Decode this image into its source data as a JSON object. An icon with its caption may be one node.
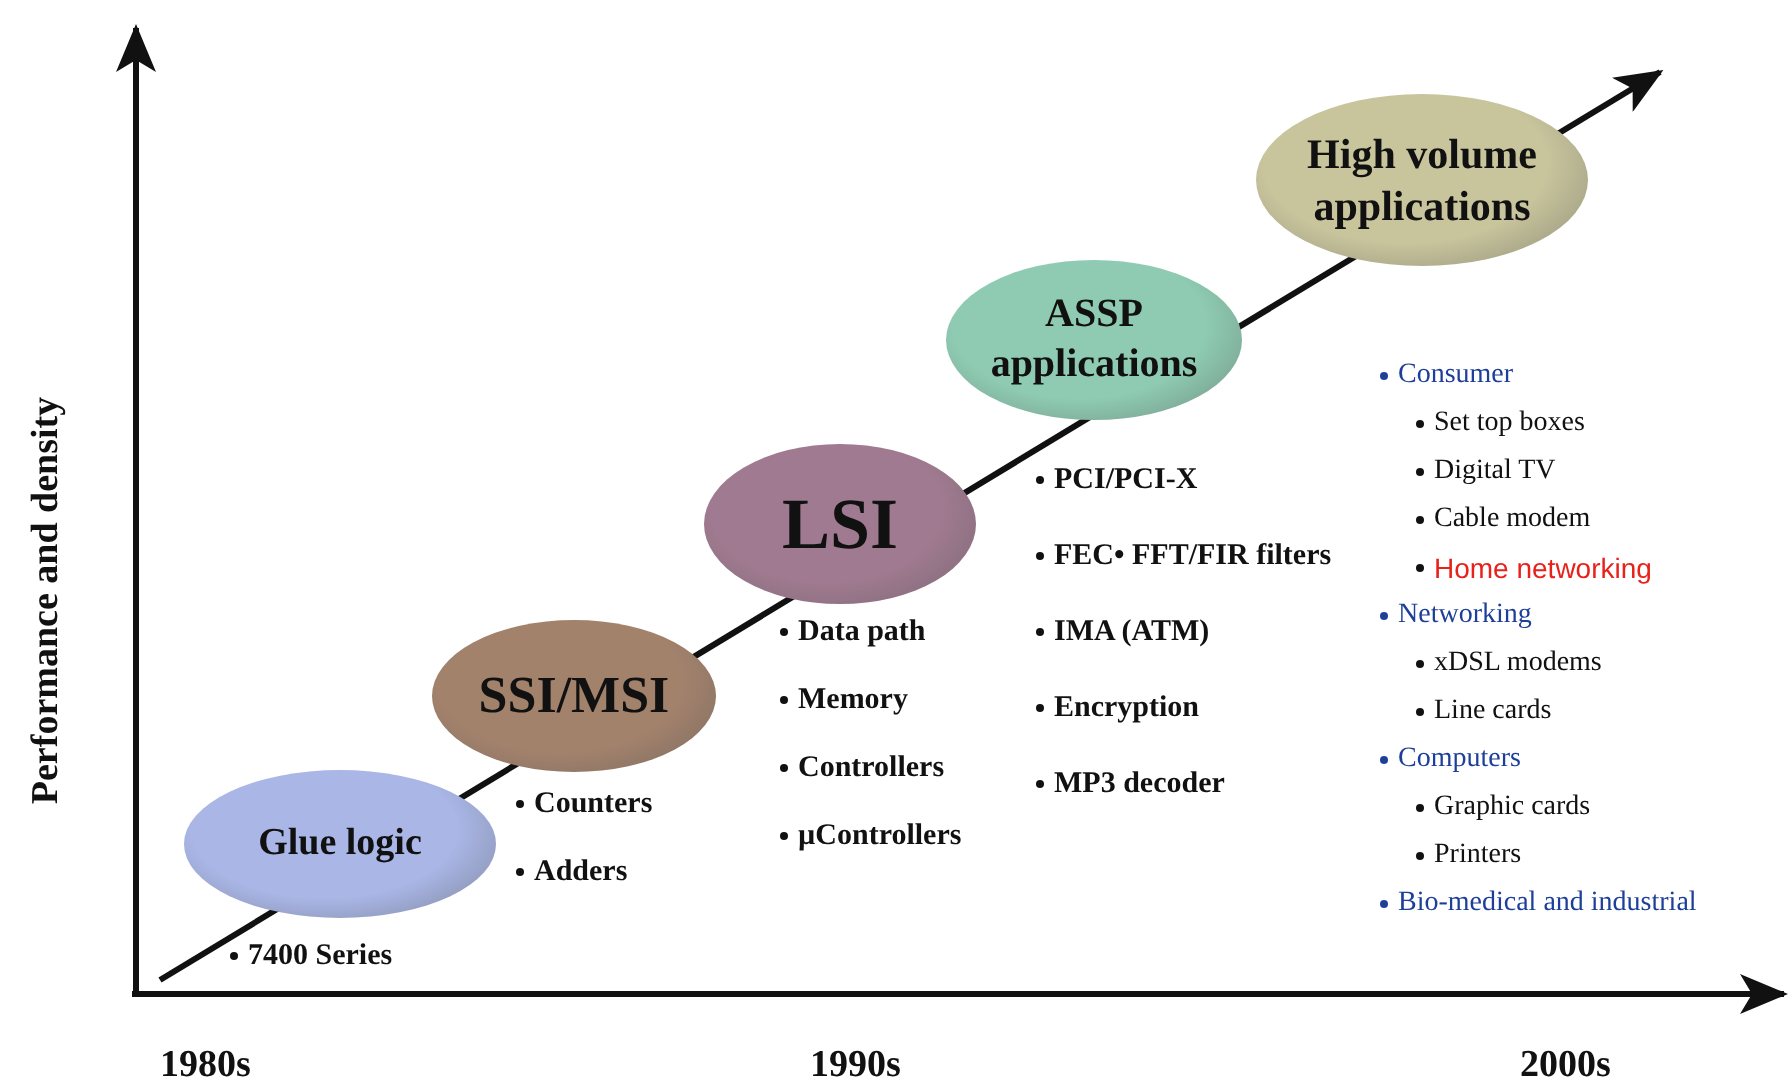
{
  "diagram": {
    "nodes": [
      {
        "text": [
          "Glue logic"
        ],
        "beside": [
          "7400 Series"
        ]
      },
      {
        "text": [
          "SSI/MSI"
        ],
        "beside": [
          "Counters",
          "Adders"
        ]
      },
      {
        "text": [
          "LSI"
        ],
        "beside": [
          "Data path",
          "Memory",
          "Controllers",
          "µControllers"
        ]
      },
      {
        "text": [
          "ASSP applications"
        ],
        "beside": [
          "PCI/PCI-X",
          "FEC• FFT/FIR filters",
          "IMA (ATM)",
          "Encryption",
          "MP3 decoder"
        ]
      },
      {
        "text": [
          "High volume applications"
        ],
        "beside": [
          "Consumer",
          "Set top boxes",
          "Digital TV",
          "Cable modem",
          "Home networking",
          "Networking",
          "xDSL modems",
          "Line cards",
          "Computers",
          "Graphic cards",
          "Printers",
          "Bio-medical and industrial"
        ]
      }
    ],
    "edges": [],
    "labels": [
      "Performance and density",
      "1980s",
      "1990s",
      "2000s"
    ]
  }
}
